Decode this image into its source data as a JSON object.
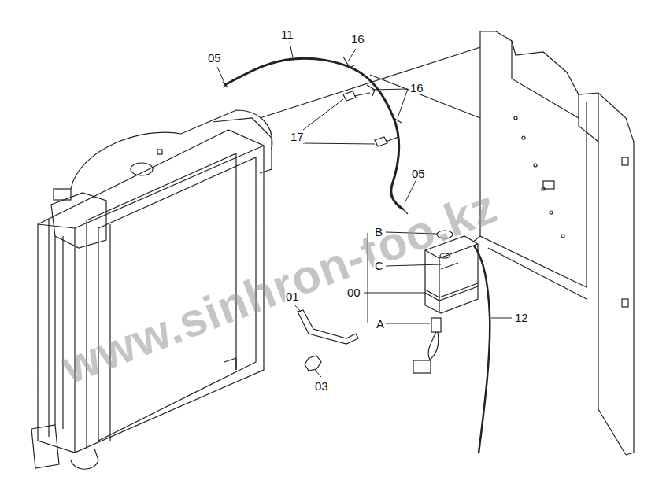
{
  "diagram": {
    "labels": [
      "11",
      "16",
      "05",
      "16",
      "17",
      "05",
      "B",
      "C",
      "00",
      "01",
      "A",
      "12",
      "03",
      "www.sinhron-too.kz"
    ]
  }
}
